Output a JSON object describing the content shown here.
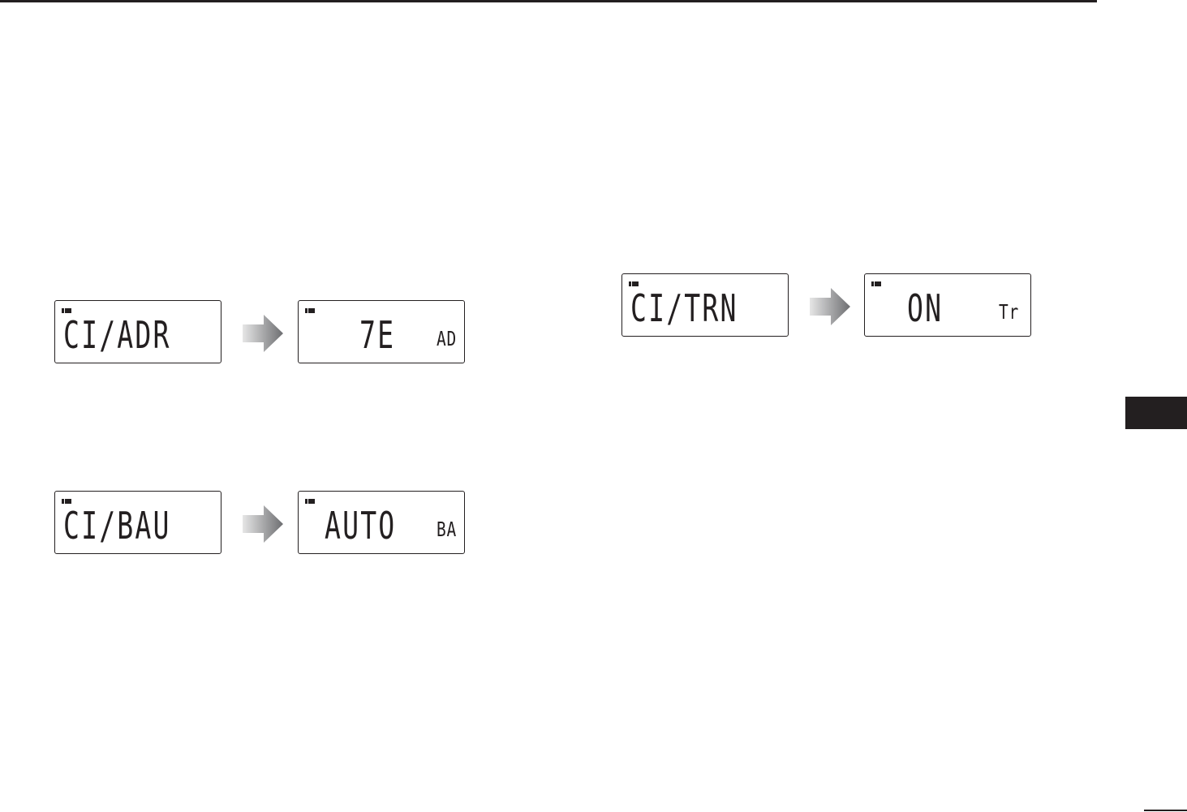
{
  "displays": {
    "adr_menu": {
      "main": "CI/ADR"
    },
    "adr_value": {
      "main": "7E",
      "sub": "AD"
    },
    "bau_menu": {
      "main": "CI/BAU"
    },
    "bau_value": {
      "main": "AUTO",
      "sub": "BA"
    },
    "trn_menu": {
      "main": "CI/TRN"
    },
    "trn_value": {
      "main": "ON",
      "sub": "Tr"
    }
  },
  "icons": {
    "battery": "battery-icon",
    "arrow": "right-arrow-icon"
  },
  "colors": {
    "ink": "#231f20",
    "arrow_light": "#e6e6e6",
    "arrow_dark": "#6d6e71"
  }
}
